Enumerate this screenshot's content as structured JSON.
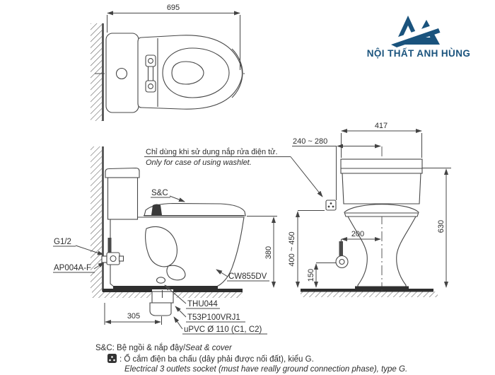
{
  "brand": {
    "name": "NỘI THẤT ANH HÙNG",
    "color": "#1a537d"
  },
  "notes": {
    "washlet_vi": "Chỉ dùng khi sử dụng nắp rửa điện tử.",
    "washlet_en": "Only for case of using washlet."
  },
  "callouts": {
    "seat_cover": "S&C",
    "supply_thread": "G1/2",
    "stop_valve": "AP004A-F",
    "model": "CW855DV",
    "flange": "THU044",
    "drain_socket": "T53P100VRJ1",
    "drain_pipe": "uPVC Ø 110 (C1, C2)"
  },
  "dims": {
    "overall_length": "695",
    "tank_width": "417",
    "outlet_offset": "240 ~ 280",
    "rim_height": "380",
    "total_height": "630",
    "valve_offset": "200",
    "valve_height": "150",
    "outlet_height": "400 ~ 450",
    "trap_distance": "305"
  },
  "legend": {
    "line1_vi": "S&C: Bệ ngồi & nắp đậy/",
    "line1_en": "Seat & cover",
    "line2_vi": ": Ổ cắm điện ba chấu (dây phải được nối đất), kiểu G.",
    "line3_en": "Electrical 3 outlets socket (must have really ground connection phase), type G."
  }
}
